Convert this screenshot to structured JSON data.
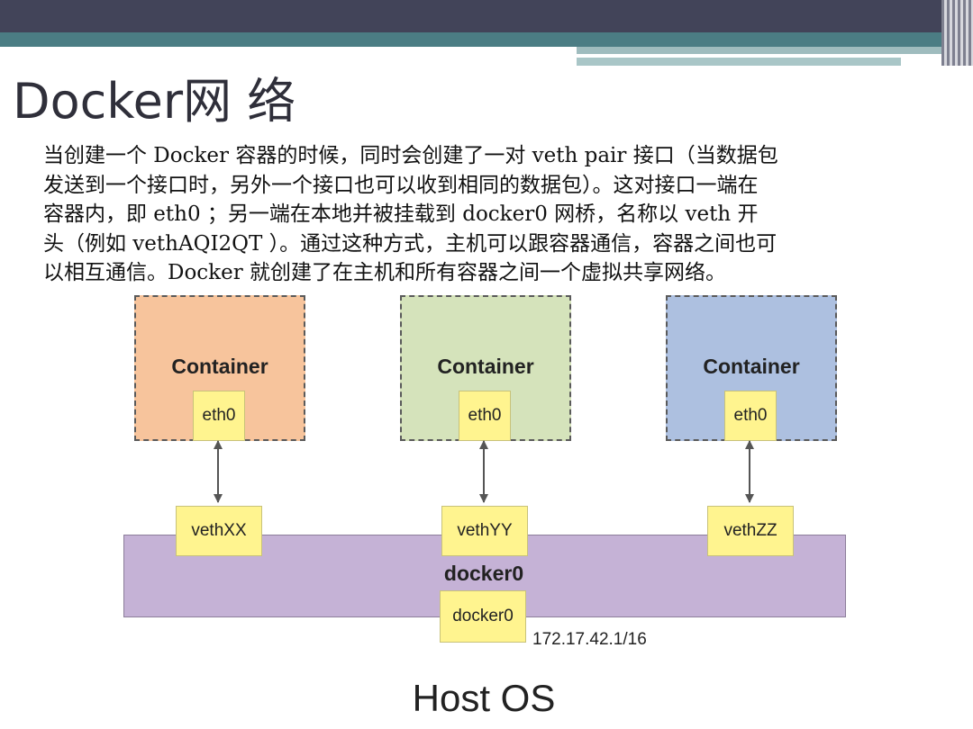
{
  "slide": {
    "title": "Docker网 络",
    "paragraph_lines": [
      "当创建一个 Docker 容器的时候，同时会创建了一对 veth pair 接口（当数据包",
      "发送到一个接口时，另外一个接口也可以收到相同的数据包）。这对接口一端在",
      "容器内，即 eth0 ；另一端在本地并被挂载到 docker0 网桥，名称以 veth 开",
      "头（例如 vethAQI2QT ）。通过这种方式，主机可以跟容器通信，容器之间也可",
      "以相互通信。Docker 就创建了在主机和所有容器之间一个虚拟共享网络。"
    ]
  },
  "diagram": {
    "containers": [
      {
        "label": "Container",
        "iface": "eth0",
        "color": "#f7c49c",
        "veth": "vethXX"
      },
      {
        "label": "Container",
        "iface": "eth0",
        "color": "#d5e3bb",
        "veth": "vethYY"
      },
      {
        "label": "Container",
        "iface": "eth0",
        "color": "#adc0e0",
        "veth": "vethZZ"
      }
    ],
    "bridge": {
      "label": "docker0",
      "iface": "docker0",
      "ip": "172.17.42.1/16",
      "color": "#c5b2d6"
    },
    "host_label": "Host OS",
    "box_color": "#fff48f"
  }
}
